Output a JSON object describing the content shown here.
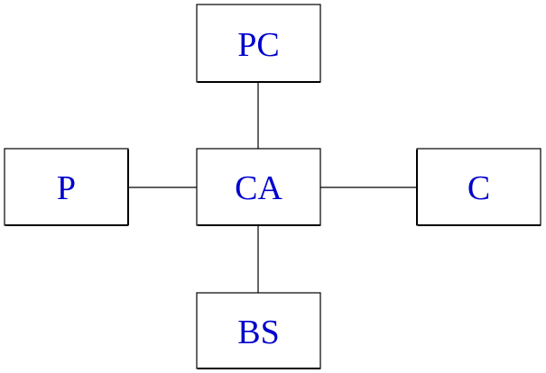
{
  "diagram": {
    "nodes": {
      "center": {
        "label": "CA"
      },
      "top": {
        "label": "PC"
      },
      "left": {
        "label": "P"
      },
      "right": {
        "label": "C"
      },
      "bottom": {
        "label": "BS"
      }
    },
    "edges": [
      {
        "from": "CA",
        "to": "PC"
      },
      {
        "from": "CA",
        "to": "P"
      },
      {
        "from": "CA",
        "to": "C"
      },
      {
        "from": "CA",
        "to": "BS"
      }
    ],
    "colors": {
      "label_text": "#0000cc",
      "box_border": "#000000",
      "edge": "#000000",
      "background": "#ffffff"
    }
  }
}
